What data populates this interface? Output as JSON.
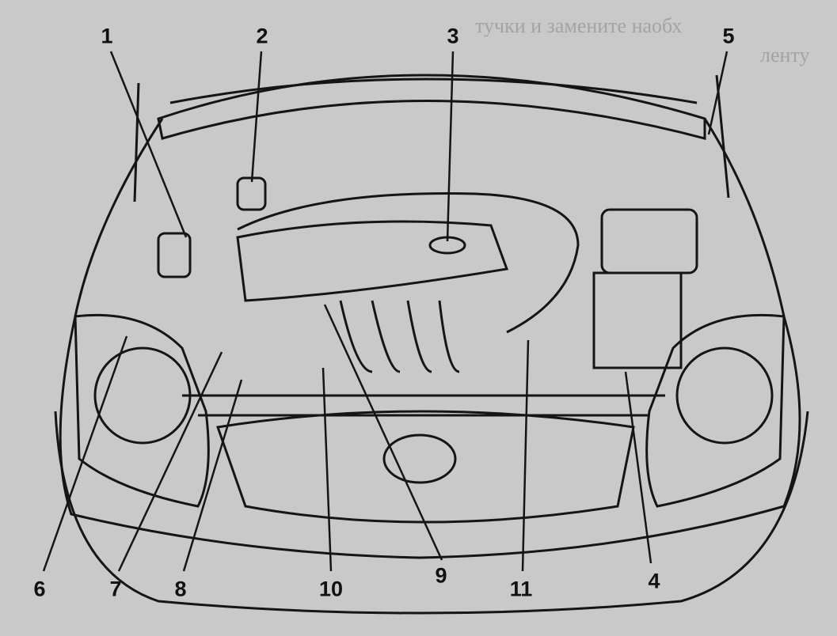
{
  "diagram": {
    "subject": "engine-compartment",
    "callouts": [
      {
        "id": "1",
        "label": "1"
      },
      {
        "id": "2",
        "label": "2"
      },
      {
        "id": "3",
        "label": "3"
      },
      {
        "id": "5",
        "label": "5"
      },
      {
        "id": "6",
        "label": "6"
      },
      {
        "id": "7",
        "label": "7"
      },
      {
        "id": "8",
        "label": "8"
      },
      {
        "id": "10",
        "label": "10"
      },
      {
        "id": "9",
        "label": "9"
      },
      {
        "id": "11",
        "label": "11"
      },
      {
        "id": "4",
        "label": "4"
      }
    ],
    "bleed_through_text": [
      "тучки и замените наобх",
      "ленту"
    ],
    "colors": {
      "paper": "#c9c9c9",
      "ink": "#151515"
    }
  }
}
